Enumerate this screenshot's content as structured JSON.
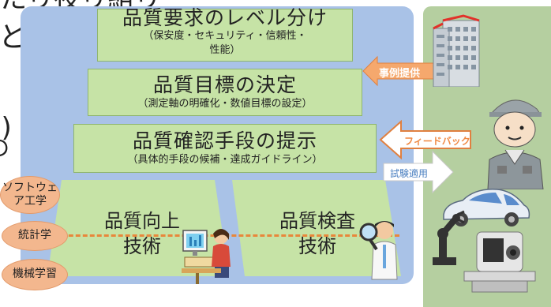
{
  "left_fragments": {
    "top": "たり夜り組り",
    "line2": "と",
    "line3": "l)",
    "line4": "の"
  },
  "layers": [
    {
      "title": "品質要求のレベル分け",
      "subtitle_line1": "（保安度・セキュリティ・信頼性・",
      "subtitle_line2": "性能）"
    },
    {
      "title": "品質目標の決定",
      "subtitle_line1": "（測定軸の明確化・数値目標の設定）"
    },
    {
      "title": "品質確認手段の提示",
      "subtitle_line1": "（具体的手段の候補・達成ガイドライン）"
    }
  ],
  "bottom": {
    "left_line1": "品質向上",
    "left_line2": "技術",
    "right_line1": "品質検査",
    "right_line2": "技術"
  },
  "ellipses": [
    {
      "line1": "ソフトウェ",
      "line2": "ア工学"
    },
    {
      "line1": "統計学"
    },
    {
      "line1": "機械学習"
    }
  ],
  "arrows": {
    "case_provision": "事例提供",
    "feedback": "フィードバック",
    "test_application": "試験適用"
  },
  "colors": {
    "blue_panel": "#a9c2e7",
    "green_panel": "#b5cfa0",
    "layer_fill": "#c6e3a6",
    "ellipse_fill": "#f3b78e",
    "dashed_line": "#e8873b",
    "arrow_orange": "#f5a86d",
    "arrow_white": "#ffffff"
  }
}
